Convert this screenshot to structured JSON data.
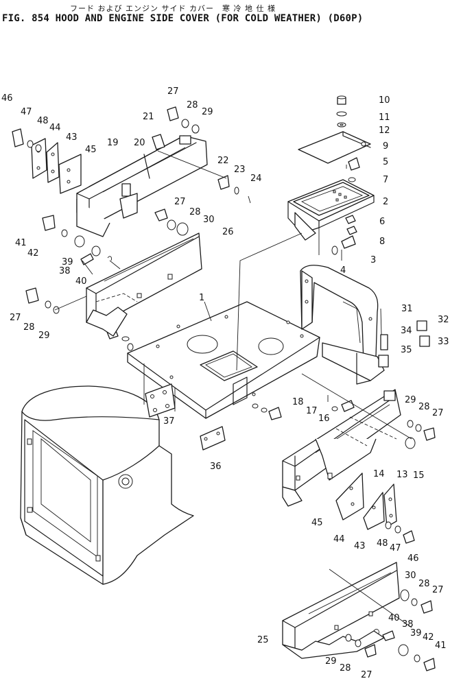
{
  "header": {
    "japanese_title": "フード および エンジン サイド カバー　寒 冷 地 仕 様",
    "figure_title": "FIG. 854  HOOD AND ENGINE SIDE COVER (FOR COLD WEATHER) (D60P)"
  },
  "callouts": {
    "c1": "1",
    "c2": "2",
    "c3": "3",
    "c4": "4",
    "c5": "5",
    "c6": "6",
    "c7": "7",
    "c8": "8",
    "c9": "9",
    "c10": "10",
    "c11": "11",
    "c12": "12",
    "c13": "13",
    "c14": "14",
    "c15": "15",
    "c16": "16",
    "c17": "17",
    "c18": "18",
    "c19": "19",
    "c20": "20",
    "c21": "21",
    "c22": "22",
    "c23": "23",
    "c24": "24",
    "c25": "25",
    "c26": "26",
    "c27": "27",
    "c28": "28",
    "c29": "29",
    "c30": "30",
    "c31": "31",
    "c32": "32",
    "c33": "33",
    "c34": "34",
    "c35": "35",
    "c36": "36",
    "c37": "37",
    "c38": "38",
    "c39": "39",
    "c40": "40",
    "c41": "41",
    "c42": "42",
    "c43": "43",
    "c44": "44",
    "c45": "45",
    "c46": "46",
    "c47": "47",
    "c48": "48"
  }
}
